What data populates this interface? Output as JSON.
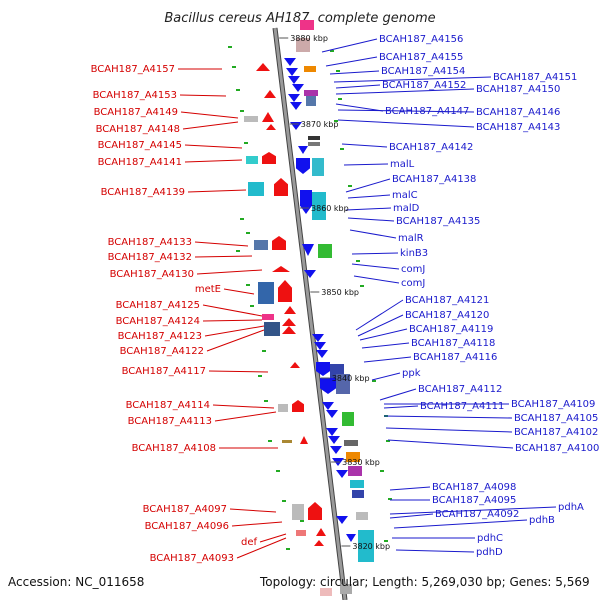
{
  "title": "Bacillus cereus AH187, complete genome",
  "footer": {
    "accession": "Accession: NC_011658",
    "summary": "Topology: circular; Length: 5,269,030 bp; Genes: 5,569"
  },
  "colors": {
    "forward_gene": "#ee1111",
    "reverse_gene": "#1111ee",
    "left_label": "#d40000",
    "right_label": "#1a1acc",
    "backbone": "#888888"
  },
  "ticks": [
    "3880 kbp",
    "3870 kbp",
    "3860 kbp",
    "3850 kbp",
    "3840 kbp",
    "3830 kbp",
    "3820 kbp"
  ],
  "left_labels": [
    "BCAH187_A4157",
    "BCAH187_A4153",
    "BCAH187_A4149",
    "BCAH187_A4148",
    "BCAH187_A4145",
    "BCAH187_A4141",
    "BCAH187_A4139",
    "BCAH187_A4133",
    "BCAH187_A4132",
    "BCAH187_A4130",
    "metE",
    "BCAH187_A4125",
    "BCAH187_A4124",
    "BCAH187_A4123",
    "BCAH187_A4122",
    "BCAH187_A4117",
    "BCAH187_A4114",
    "BCAH187_A4113",
    "BCAH187_A4108",
    "BCAH187_A4097",
    "BCAH187_A4096",
    "def",
    "BCAH187_A4093"
  ],
  "right_labels": [
    "BCAH187_A4156",
    "BCAH187_A4155",
    "BCAH187_A4154",
    "BCAH187_A4151",
    "BCAH187_A4152",
    "BCAH187_A4150",
    "BCAH187_A4147",
    "BCAH187_A4146",
    "BCAH187_A4143",
    "BCAH187_A4142",
    "malL",
    "BCAH187_A4138",
    "malC",
    "malD",
    "BCAH187_A4135",
    "malR",
    "kinB3",
    "comJ",
    "comJ",
    "BCAH187_A4121",
    "BCAH187_A4120",
    "BCAH187_A4119",
    "BCAH187_A4118",
    "BCAH187_A4116",
    "ppk",
    "BCAH187_A4112",
    "BCAH187_A4109",
    "BCAH187_A4111",
    "BCAH187_A4105",
    "BCAH187_A4102",
    "BCAH187_A4100",
    "BCAH187_A4098",
    "BCAH187_A4095",
    "pdhA",
    "BCAH187_A4092",
    "pdhB",
    "pdhC",
    "pdhD"
  ]
}
